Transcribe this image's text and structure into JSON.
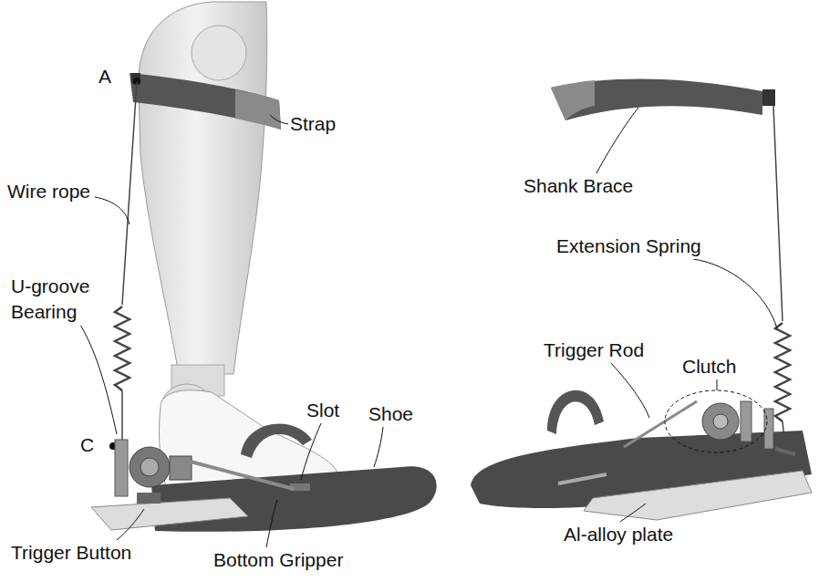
{
  "diagram": {
    "labels": [
      "A",
      "Strap",
      "Wire rope",
      "U-groove Bearing",
      "C",
      "Slot",
      "Shoe",
      "Trigger Button",
      "Bottom Gripper",
      "Shank Brace",
      "Extension Spring",
      "Trigger Rod",
      "Clutch",
      "Al-alloy plate"
    ]
  }
}
